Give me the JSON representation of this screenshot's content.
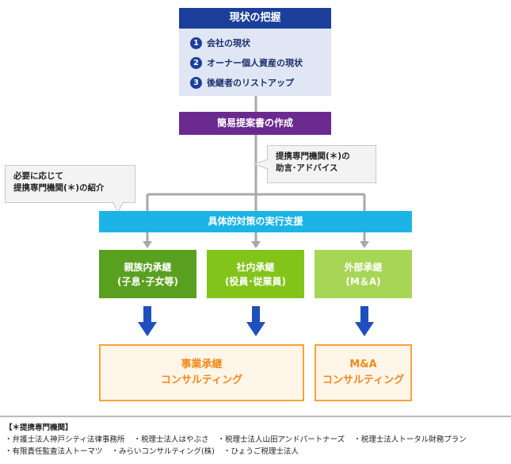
{
  "top_box": {
    "title": "現状の把握",
    "steps": [
      {
        "num": "1",
        "label": "会社の現状"
      },
      {
        "num": "2",
        "label": "オーナー個人資産の現状"
      },
      {
        "num": "3",
        "label": "後継者のリストアップ"
      }
    ]
  },
  "proposal_box": {
    "label": "簡易提案書の作成"
  },
  "callout_right": {
    "line1": "提携専門機関(＊)の",
    "line2": "助言･アドバイス"
  },
  "callout_left": {
    "line1": "必要に応じて",
    "line2": "提携専門機関(＊)の紹介"
  },
  "support_bar": {
    "label": "具体的対策の実行支援"
  },
  "succession_boxes": [
    {
      "line1": "親族内承継",
      "line2": "(子息･子女等)"
    },
    {
      "line1": "社内承継",
      "line2": "(役員･従業員)"
    },
    {
      "line1": "外部承継",
      "line2": "(M＆A)"
    }
  ],
  "consulting_boxes": [
    {
      "line1": "事業承継",
      "line2": "コンサルティング"
    },
    {
      "line1": "M&A",
      "line2": "コンサルティング"
    }
  ],
  "footer": {
    "title": "【＊提携専門機関】",
    "row1": [
      "・弁護士法人神戸シティ法律事務所",
      "・税理士法人はやぶさ",
      "・税理士法人山田アンドパートナーズ",
      "・税理士法人トータル財務プラン"
    ],
    "row2": [
      "・有限責任監査法人トーマツ",
      "・みらいコンサルティング(株)",
      "・ひょうご税理士法人"
    ]
  },
  "colors": {
    "navy": "#1b3f9a",
    "purple": "#6b2a8f",
    "cyan": "#1cb4e6",
    "green_dark": "#5aa020",
    "green_mid": "#82c41a",
    "green_light": "#a7d556",
    "arrow_blue": "#1f4fbf",
    "orange": "#f5a33a"
  }
}
